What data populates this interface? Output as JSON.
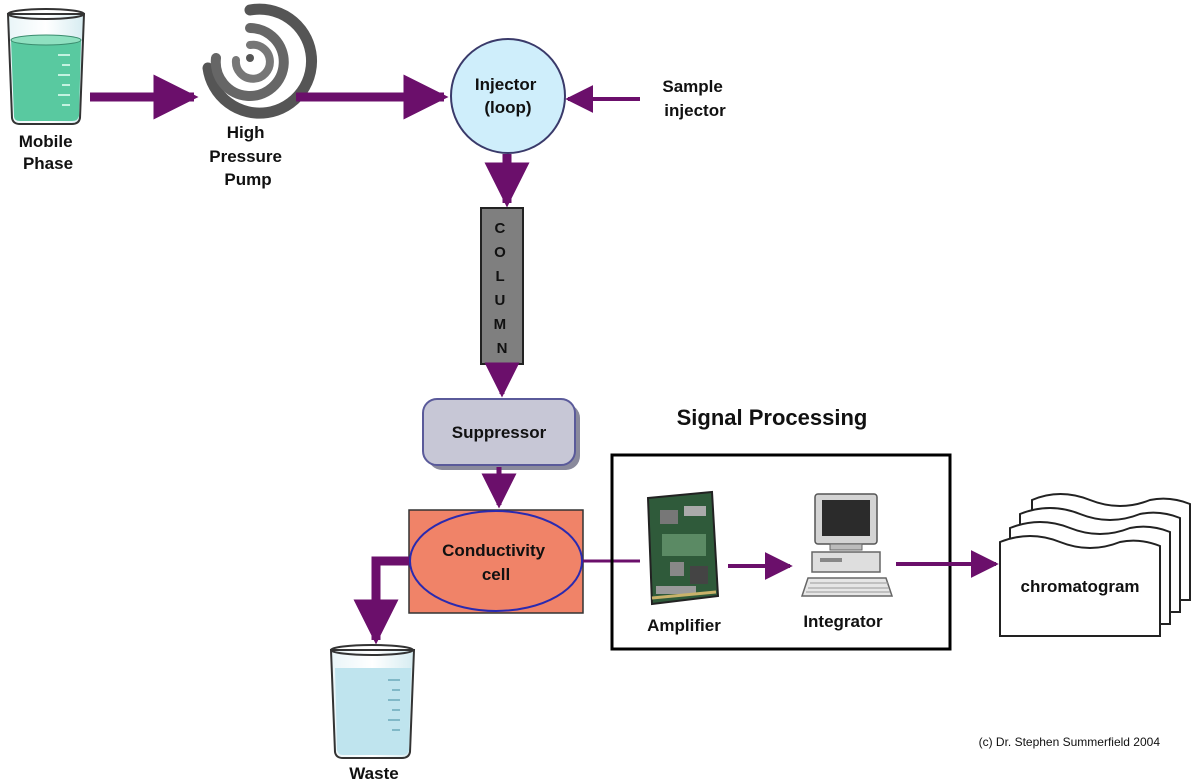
{
  "labels": {
    "mobile_phase": [
      "Mobile",
      "Phase"
    ],
    "pump": [
      "High",
      "Pressure",
      "Pump"
    ],
    "injector": [
      "Injector",
      "(loop)"
    ],
    "sample_injector": [
      "Sample",
      "injector"
    ],
    "column": [
      "C",
      "O",
      "L",
      "U",
      "M",
      "N"
    ],
    "suppressor": "Suppressor",
    "conductivity_cell": [
      "Conductivity",
      "cell"
    ],
    "waste": "Waste",
    "signal_processing": "Signal Processing",
    "amplifier": "Amplifier",
    "integrator": "Integrator",
    "chromatogram": "chromatogram",
    "copyright": "(c) Dr. Stephen Summerfield 2004"
  },
  "colors": {
    "arrow": "#6b0f6b",
    "injector_fill": "#cfeefb",
    "column_fill": "#7f7f7f",
    "suppressor_fill": "#c7c7d6",
    "cell_fill": "#f08368",
    "cell_outline": "#2a2ab0",
    "liquid_green": "#59c9a0",
    "liquid_blue": "#bfe4ee"
  },
  "icons": {
    "mobile_phase": "beaker-icon",
    "pump": "spiral-pump-icon",
    "waste": "beaker-icon",
    "amplifier": "circuit-board-icon",
    "integrator": "computer-icon",
    "chromatogram": "paper-stack-icon"
  }
}
